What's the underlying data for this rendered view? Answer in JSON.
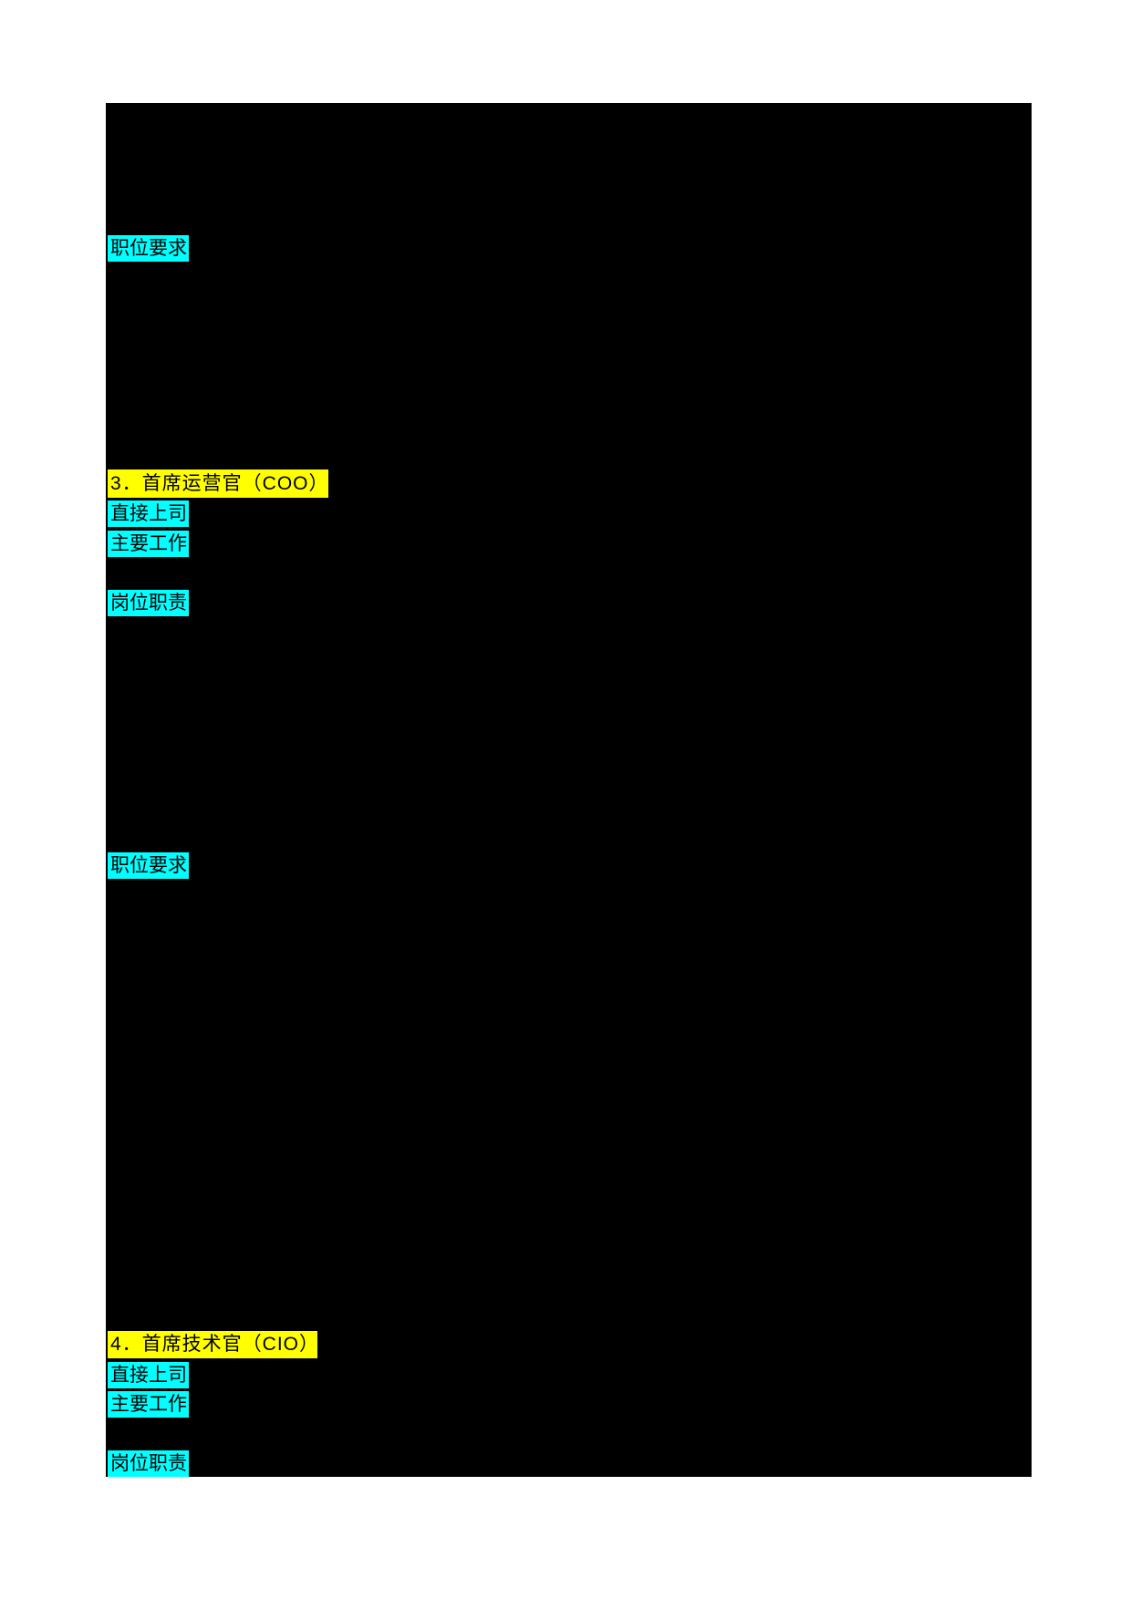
{
  "document": {
    "page_background": "#000000",
    "canvas_background": "#ffffff",
    "text_color": "#000000",
    "highlight_colors": {
      "cyan": "#00ffff",
      "yellow": "#ffff00"
    },
    "highlights": [
      {
        "text": "职位要求",
        "color": "#00ffff"
      },
      {
        "text": "3．首席运营官（COO）",
        "color": "#ffff00"
      },
      {
        "text": "直接上司",
        "color": "#00ffff"
      },
      {
        "text": "主要工作",
        "color": "#00ffff"
      },
      {
        "text": "岗位职责",
        "color": "#00ffff"
      },
      {
        "text": "职位要求",
        "color": "#00ffff"
      },
      {
        "text": "4．首席技术官（CIO）",
        "color": "#ffff00"
      },
      {
        "text": "直接上司",
        "color": "#00ffff"
      },
      {
        "text": "主要工作",
        "color": "#00ffff"
      },
      {
        "text": "岗位职责",
        "color": "#00ffff"
      }
    ]
  }
}
